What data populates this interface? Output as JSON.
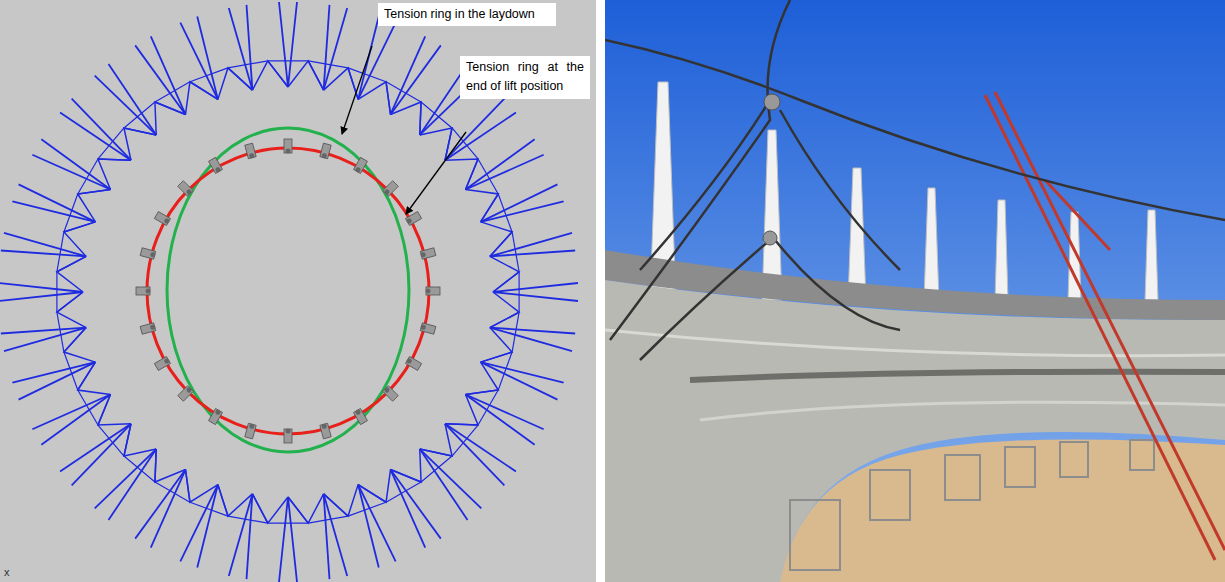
{
  "diagram": {
    "nodes": [
      {
        "text": [
          "Tension ring in the laydown"
        ]
      },
      {
        "text": [
          "Tension ring at the end of lift position"
        ]
      }
    ],
    "labels": [
      "x"
    ]
  }
}
